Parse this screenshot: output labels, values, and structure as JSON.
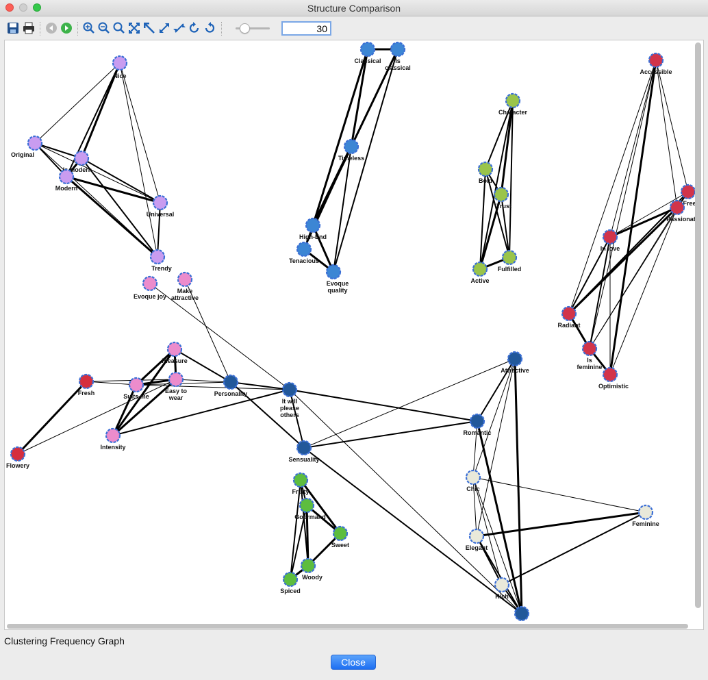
{
  "window": {
    "title": "Structure Comparison"
  },
  "toolbar": {
    "buttons": [
      "save-icon",
      "print-icon",
      "back-icon",
      "forward-icon",
      "zoom-in-icon",
      "zoom-out-icon",
      "zoom-fit-icon",
      "fit-all-icon",
      "reset-corner-icon",
      "expand-icon",
      "collapse-icon",
      "rotate-left-icon",
      "rotate-right-icon"
    ],
    "threshold_value": "30"
  },
  "graph": {
    "colors": {
      "purple": "#c99cf0",
      "blue": "#3c86d4",
      "green": "#9ac44a",
      "red": "#d2344a",
      "pink": "#ec8ccc",
      "navy": "#22589a",
      "leaf": "#5dbd3e",
      "cream": "#e9e9da",
      "redring": "#d52e3e"
    },
    "nodes": [
      {
        "id": "nice",
        "label": [
          "Nice"
        ],
        "color": "purple"
      },
      {
        "id": "original",
        "label": [
          "Original"
        ],
        "color": "purple"
      },
      {
        "id": "ismodern",
        "label": [
          "Is Modern"
        ],
        "color": "purple"
      },
      {
        "id": "modern",
        "label": [
          "Modern"
        ],
        "color": "purple"
      },
      {
        "id": "universal",
        "label": [
          "Universal"
        ],
        "color": "purple"
      },
      {
        "id": "trendy",
        "label": [
          "Trendy"
        ],
        "color": "purple"
      },
      {
        "id": "classical",
        "label": [
          "Classical"
        ],
        "color": "blue"
      },
      {
        "id": "isclassical",
        "label": [
          "Is",
          "classical"
        ],
        "color": "blue"
      },
      {
        "id": "timeless",
        "label": [
          "Timeless"
        ],
        "color": "blue"
      },
      {
        "id": "highend",
        "label": [
          "High-End"
        ],
        "color": "blue"
      },
      {
        "id": "tenacious",
        "label": [
          "Tenacious"
        ],
        "color": "blue"
      },
      {
        "id": "evoquequality",
        "label": [
          "Evoque",
          "quality"
        ],
        "color": "blue"
      },
      {
        "id": "character",
        "label": [
          "Character"
        ],
        "color": "green"
      },
      {
        "id": "bold",
        "label": [
          "Bold"
        ],
        "color": "green"
      },
      {
        "id": "trust",
        "label": [
          "Trust"
        ],
        "color": "green"
      },
      {
        "id": "active",
        "label": [
          "Active"
        ],
        "color": "green"
      },
      {
        "id": "fulfilled",
        "label": [
          "Fulfilled"
        ],
        "color": "green"
      },
      {
        "id": "accessible",
        "label": [
          "Accessible"
        ],
        "color": "red"
      },
      {
        "id": "free",
        "label": [
          "Free"
        ],
        "color": "red"
      },
      {
        "id": "passionate",
        "label": [
          "Passionate"
        ],
        "color": "red"
      },
      {
        "id": "inlove",
        "label": [
          "In love"
        ],
        "color": "red"
      },
      {
        "id": "radiant",
        "label": [
          "Radiant"
        ],
        "color": "red"
      },
      {
        "id": "isfeminine",
        "label": [
          "Is",
          "feminine"
        ],
        "color": "red"
      },
      {
        "id": "optimistic",
        "label": [
          "Optimistic"
        ],
        "color": "red"
      },
      {
        "id": "evoquejoy",
        "label": [
          "Evoque joy"
        ],
        "color": "pink"
      },
      {
        "id": "makeattractive",
        "label": [
          "Make",
          "attractive"
        ],
        "color": "pink"
      },
      {
        "id": "pleasure",
        "label": [
          "Pleasure"
        ],
        "color": "pink"
      },
      {
        "id": "suitsme",
        "label": [
          "Suits me"
        ],
        "color": "pink"
      },
      {
        "id": "easytowear",
        "label": [
          "Easy to",
          "wear"
        ],
        "color": "pink"
      },
      {
        "id": "intensity",
        "label": [
          "Intensity"
        ],
        "color": "pink"
      },
      {
        "id": "fresh",
        "label": [
          "Fresh"
        ],
        "color": "redring"
      },
      {
        "id": "flowery",
        "label": [
          "Flowery"
        ],
        "color": "redring"
      },
      {
        "id": "personality",
        "label": [
          "Personality"
        ],
        "color": "navy"
      },
      {
        "id": "itwillplease",
        "label": [
          "It will",
          "please",
          "others"
        ],
        "color": "navy"
      },
      {
        "id": "sensuality",
        "label": [
          "Sensuality"
        ],
        "color": "navy"
      },
      {
        "id": "attractive",
        "label": [
          "Attractive"
        ],
        "color": "navy"
      },
      {
        "id": "romantic",
        "label": [
          "Romantic"
        ],
        "color": "navy"
      },
      {
        "id": "bottomnode",
        "label": [
          ""
        ],
        "color": "navy"
      },
      {
        "id": "fruity",
        "label": [
          "Fruity"
        ],
        "color": "leaf"
      },
      {
        "id": "gourmand",
        "label": [
          "Gourmand"
        ],
        "color": "leaf"
      },
      {
        "id": "sweet",
        "label": [
          "Sweet"
        ],
        "color": "leaf"
      },
      {
        "id": "woody",
        "label": [
          "Woody"
        ],
        "color": "leaf"
      },
      {
        "id": "spiced",
        "label": [
          "Spiced"
        ],
        "color": "leaf"
      },
      {
        "id": "chic",
        "label": [
          "Chic"
        ],
        "color": "cream"
      },
      {
        "id": "elegant",
        "label": [
          "Elegant"
        ],
        "color": "cream"
      },
      {
        "id": "rich",
        "label": [
          "Rich"
        ],
        "color": "cream"
      },
      {
        "id": "feminine",
        "label": [
          "Feminine"
        ],
        "color": "cream"
      }
    ],
    "edges": [
      [
        "nice",
        "original",
        1
      ],
      [
        "nice",
        "ismodern",
        3
      ],
      [
        "nice",
        "modern",
        2
      ],
      [
        "nice",
        "universal",
        1
      ],
      [
        "nice",
        "trendy",
        1
      ],
      [
        "original",
        "ismodern",
        2
      ],
      [
        "original",
        "modern",
        2
      ],
      [
        "original",
        "universal",
        1
      ],
      [
        "original",
        "trendy",
        1
      ],
      [
        "ismodern",
        "modern",
        3
      ],
      [
        "ismodern",
        "universal",
        2
      ],
      [
        "ismodern",
        "trendy",
        2
      ],
      [
        "modern",
        "universal",
        3
      ],
      [
        "modern",
        "trendy",
        3
      ],
      [
        "universal",
        "trendy",
        2
      ],
      [
        "classical",
        "isclassical",
        3
      ],
      [
        "classical",
        "timeless",
        3
      ],
      [
        "classical",
        "highend",
        3
      ],
      [
        "isclassical",
        "timeless",
        3
      ],
      [
        "isclassical",
        "highend",
        2
      ],
      [
        "isclassical",
        "evoquequality",
        2
      ],
      [
        "timeless",
        "highend",
        4
      ],
      [
        "timeless",
        "tenacious",
        2
      ],
      [
        "timeless",
        "evoquequality",
        2
      ],
      [
        "highend",
        "tenacious",
        2
      ],
      [
        "highend",
        "evoquequality",
        3
      ],
      [
        "tenacious",
        "evoquequality",
        3
      ],
      [
        "character",
        "bold",
        2
      ],
      [
        "character",
        "trust",
        3
      ],
      [
        "character",
        "active",
        2
      ],
      [
        "character",
        "fulfilled",
        2
      ],
      [
        "bold",
        "trust",
        2
      ],
      [
        "bold",
        "active",
        2
      ],
      [
        "bold",
        "fulfilled",
        2
      ],
      [
        "trust",
        "active",
        3
      ],
      [
        "trust",
        "fulfilled",
        2
      ],
      [
        "active",
        "fulfilled",
        3
      ],
      [
        "accessible",
        "inlove",
        1
      ],
      [
        "accessible",
        "radiant",
        1
      ],
      [
        "accessible",
        "isfeminine",
        1
      ],
      [
        "accessible",
        "optimistic",
        3
      ],
      [
        "accessible",
        "free",
        1
      ],
      [
        "accessible",
        "passionate",
        1
      ],
      [
        "free",
        "passionate",
        2
      ],
      [
        "free",
        "inlove",
        1
      ],
      [
        "free",
        "radiant",
        2
      ],
      [
        "free",
        "isfeminine",
        1
      ],
      [
        "passionate",
        "inlove",
        3
      ],
      [
        "passionate",
        "radiant",
        3
      ],
      [
        "passionate",
        "isfeminine",
        1
      ],
      [
        "passionate",
        "optimistic",
        1
      ],
      [
        "inlove",
        "radiant",
        2
      ],
      [
        "inlove",
        "isfeminine",
        2
      ],
      [
        "inlove",
        "optimistic",
        1
      ],
      [
        "radiant",
        "isfeminine",
        3
      ],
      [
        "isfeminine",
        "optimistic",
        3
      ],
      [
        "evoquejoy",
        "itwillplease",
        1
      ],
      [
        "makeattractive",
        "personality",
        1
      ],
      [
        "pleasure",
        "suitsme",
        3
      ],
      [
        "pleasure",
        "easytowear",
        3
      ],
      [
        "pleasure",
        "intensity",
        3
      ],
      [
        "pleasure",
        "personality",
        2
      ],
      [
        "suitsme",
        "easytowear",
        3
      ],
      [
        "suitsme",
        "intensity",
        3
      ],
      [
        "suitsme",
        "personality",
        1
      ],
      [
        "suitsme",
        "fresh",
        1
      ],
      [
        "easytowear",
        "intensity",
        3
      ],
      [
        "easytowear",
        "personality",
        1
      ],
      [
        "easytowear",
        "flowery",
        1
      ],
      [
        "intensity",
        "itwillplease",
        2
      ],
      [
        "fresh",
        "flowery",
        3
      ],
      [
        "fresh",
        "easytowear",
        1
      ],
      [
        "personality",
        "itwillplease",
        2
      ],
      [
        "personality",
        "sensuality",
        2
      ],
      [
        "suitsme",
        "itwillplease",
        1
      ],
      [
        "itwillplease",
        "sensuality",
        2
      ],
      [
        "itwillplease",
        "romantic",
        2
      ],
      [
        "itwillplease",
        "bottomnode",
        1
      ],
      [
        "sensuality",
        "attractive",
        1
      ],
      [
        "sensuality",
        "romantic",
        2
      ],
      [
        "sensuality",
        "bottomnode",
        2
      ],
      [
        "attractive",
        "romantic",
        2
      ],
      [
        "attractive",
        "chic",
        1
      ],
      [
        "attractive",
        "elegant",
        1
      ],
      [
        "attractive",
        "bottomnode",
        3
      ],
      [
        "romantic",
        "chic",
        1
      ],
      [
        "romantic",
        "bottomnode",
        3
      ],
      [
        "chic",
        "feminine",
        1
      ],
      [
        "chic",
        "elegant",
        1
      ],
      [
        "chic",
        "rich",
        1
      ],
      [
        "chic",
        "bottomnode",
        1
      ],
      [
        "elegant",
        "feminine",
        3
      ],
      [
        "elegant",
        "rich",
        2
      ],
      [
        "elegant",
        "bottomnode",
        2
      ],
      [
        "rich",
        "feminine",
        2
      ],
      [
        "rich",
        "bottomnode",
        2
      ],
      [
        "fruity",
        "gourmand",
        2
      ],
      [
        "fruity",
        "sweet",
        3
      ],
      [
        "fruity",
        "woody",
        2
      ],
      [
        "fruity",
        "spiced",
        2
      ],
      [
        "gourmand",
        "sweet",
        3
      ],
      [
        "gourmand",
        "woody",
        3
      ],
      [
        "gourmand",
        "spiced",
        2
      ],
      [
        "sweet",
        "woody",
        3
      ],
      [
        "woody",
        "spiced",
        3
      ]
    ]
  },
  "status": {
    "text": "Clustering Frequency Graph"
  },
  "footer": {
    "close_label": "Close"
  }
}
